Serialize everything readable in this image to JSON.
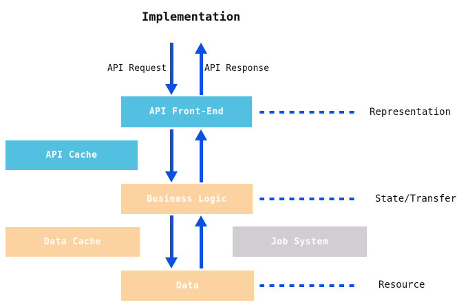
{
  "title": "Implementation",
  "flow_labels": {
    "request": "API Request",
    "response": "API Response"
  },
  "boxes": {
    "api_front_end": {
      "label": "API Front-End"
    },
    "api_cache": {
      "label": "API Cache"
    },
    "business_logic": {
      "label": "Business Logic"
    },
    "data_cache": {
      "label": "Data Cache"
    },
    "job_system": {
      "label": "Job System"
    },
    "data": {
      "label": "Data"
    }
  },
  "layer_labels": {
    "representation": "Representation",
    "state_transfer": "State/Transfer",
    "resource": "Resource"
  },
  "colors": {
    "front_end_cyan": "#54c0e1",
    "logic_orange": "#fcd3a0",
    "job_gray": "#d1cdd1",
    "arrow_blue": "#0a4fe6"
  }
}
